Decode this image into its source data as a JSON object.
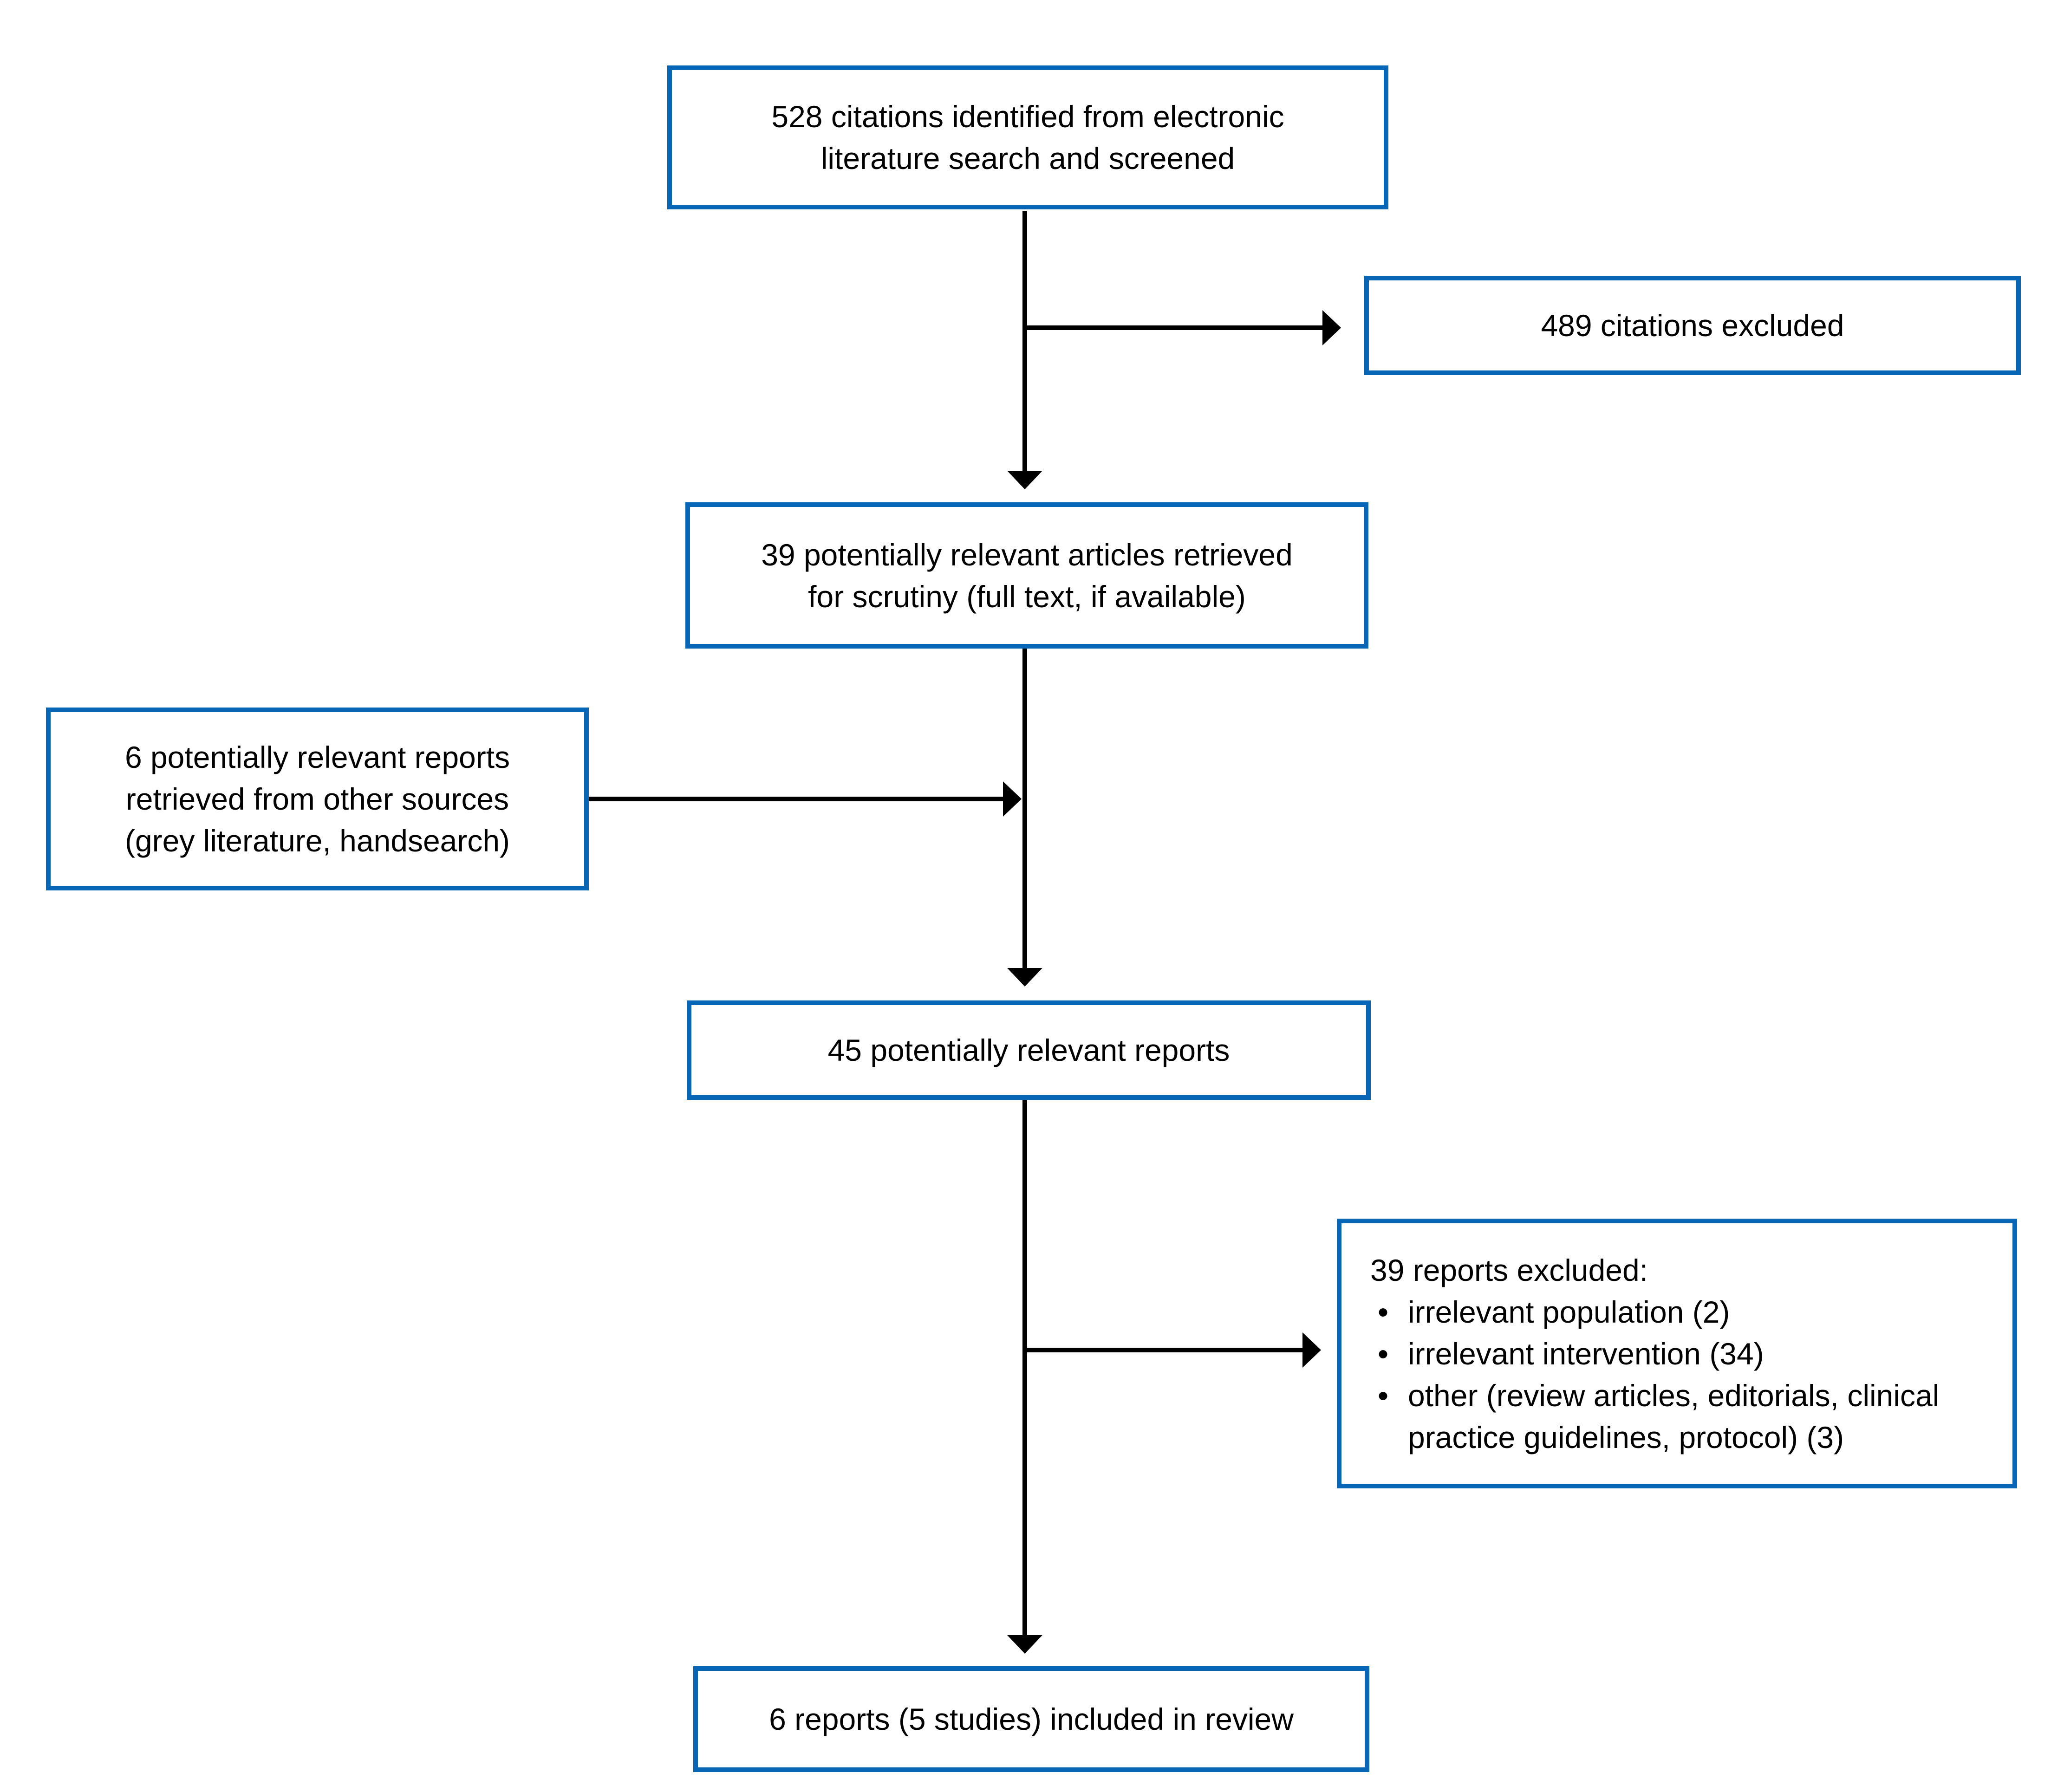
{
  "flowchart": {
    "boxes": {
      "identified": {
        "lines": [
          "528 citations identified from electronic",
          "literature search and screened"
        ]
      },
      "excluded_citations": {
        "lines": [
          "489 citations excluded"
        ]
      },
      "retrieved": {
        "lines": [
          "39 potentially relevant articles retrieved",
          "for scrutiny (full text, if available)"
        ]
      },
      "other_sources": {
        "lines": [
          "6 potentially relevant reports",
          "retrieved from other sources",
          "(grey literature, handsearch)"
        ]
      },
      "relevant_reports": {
        "lines": [
          "45 potentially relevant reports"
        ]
      },
      "excluded_reports": {
        "header": "39 reports excluded:",
        "bullet_char": "•",
        "items": [
          {
            "lines": [
              "irrelevant population (2)"
            ]
          },
          {
            "lines": [
              "irrelevant intervention (34)"
            ]
          },
          {
            "lines": [
              "other (review articles, editorials, clinical",
              "practice guidelines, protocol) (3)"
            ]
          }
        ]
      },
      "included": {
        "lines": [
          "6 reports (5 studies) included in review"
        ]
      }
    },
    "colors": {
      "box_border": "#0767B6",
      "arrow": "#000000",
      "text": "#000000",
      "background": "#FFFFFF"
    }
  }
}
